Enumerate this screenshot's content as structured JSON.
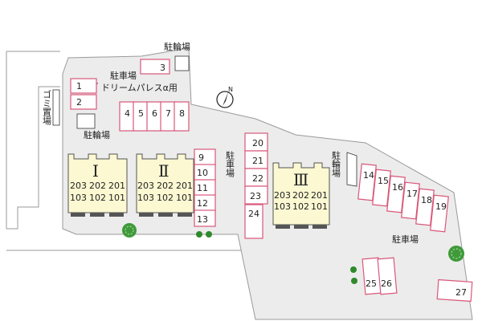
{
  "labels": {
    "parking_main": "駐車場",
    "parking_mid": "駐車場",
    "parking_right": "駐車場",
    "bike_top": "駐輪場",
    "bike_left": "駐輪場",
    "bike_right": "駐輪場",
    "garbage": "ゴミ置場",
    "dream": "ドリームパレスα用"
  },
  "buildings": [
    {
      "numeral": "Ⅰ",
      "rooms_top": [
        "203",
        "202",
        "201"
      ],
      "rooms_bottom": [
        "103",
        "102",
        "101"
      ]
    },
    {
      "numeral": "Ⅱ",
      "rooms_top": [
        "203",
        "202",
        "201"
      ],
      "rooms_bottom": [
        "103",
        "102",
        "101"
      ]
    },
    {
      "numeral": "Ⅲ",
      "rooms_top": [
        "203",
        "202",
        "201"
      ],
      "rooms_bottom": [
        "103",
        "102",
        "101"
      ]
    }
  ],
  "spaces": [
    "1",
    "2",
    "3",
    "4",
    "5",
    "6",
    "7",
    "8",
    "9",
    "10",
    "11",
    "12",
    "13",
    "14",
    "15",
    "16",
    "17",
    "18",
    "19",
    "20",
    "21",
    "22",
    "23",
    "24",
    "25",
    "26",
    "27"
  ],
  "compass": {
    "label": "N",
    "icon": "north-arrow-icon"
  },
  "colors": {
    "parking_stroke": "#d9587a",
    "building_fill": "#fbf8d2",
    "ground": "#ececec",
    "road_line": "#9a9a9a"
  }
}
